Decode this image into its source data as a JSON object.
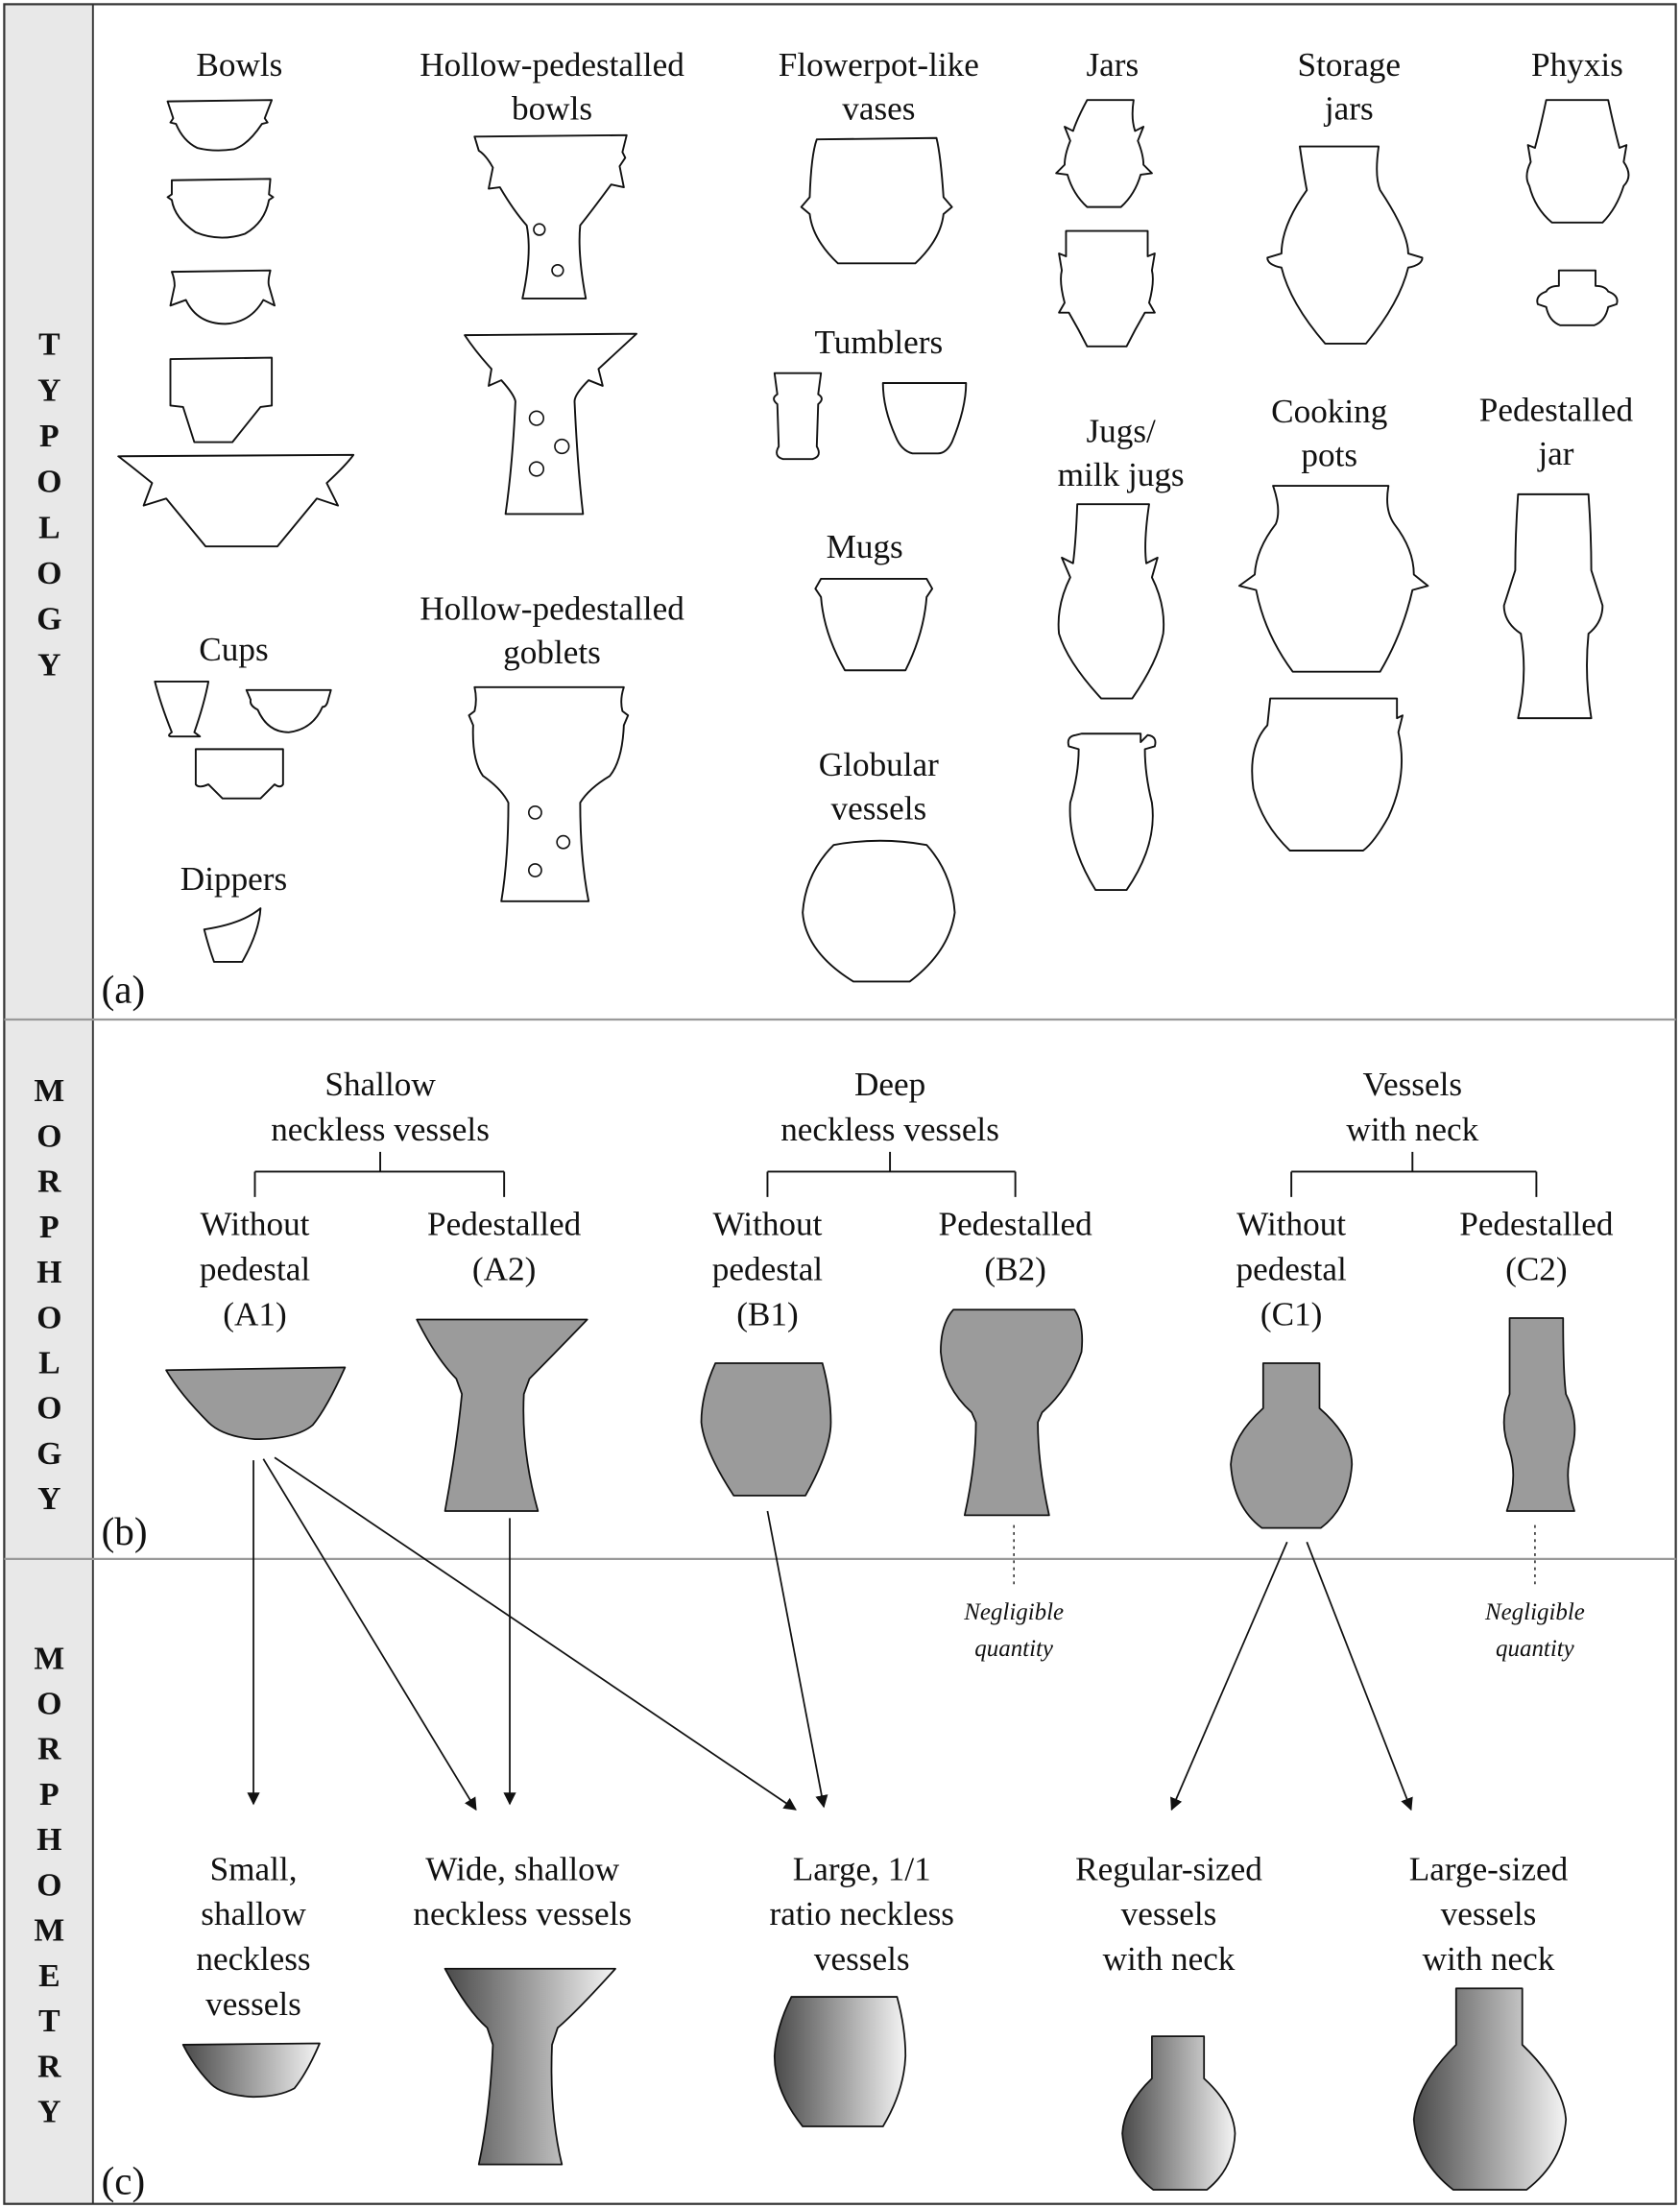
{
  "figure": {
    "colors": {
      "label_band": "#e8e8e8",
      "morphology_fill": "#9b9b9b",
      "gradient_dark": "#4a4a4a",
      "gradient_light": "#f4f4f4",
      "divider": "#9a9a9a"
    },
    "sections": [
      {
        "id": "a",
        "side_label": "TYPOLOGY",
        "panel_label": "(a)"
      },
      {
        "id": "b",
        "side_label": "MORPHOLOGY",
        "panel_label": "(b)"
      },
      {
        "id": "c",
        "side_label": "MORPHOMETRY",
        "panel_label": "(c)"
      }
    ],
    "typology": {
      "bowls": "Bowls",
      "hollow_pedestalled_bowls": [
        "Hollow-pedestalled",
        "bowls"
      ],
      "cups": "Cups",
      "dippers": "Dippers",
      "hollow_pedestalled_goblets": [
        "Hollow-pedestalled",
        "goblets"
      ],
      "flowerpot_vases": [
        "Flowerpot-like",
        "vases"
      ],
      "tumblers": "Tumblers",
      "mugs": "Mugs",
      "globular_vessels": [
        "Globular",
        "vessels"
      ],
      "jars": "Jars",
      "jugs": [
        "Jugs/",
        "milk jugs"
      ],
      "storage_jars": [
        "Storage",
        "jars"
      ],
      "cooking_pots": [
        "Cooking",
        "pots"
      ],
      "phyxis": "Phyxis",
      "pedestalled_jar": [
        "Pedestalled",
        "jar"
      ]
    },
    "morphology": {
      "groups": [
        {
          "title": [
            "Shallow",
            "neckless vessels"
          ],
          "children": [
            {
              "label": [
                "Without",
                "pedestal",
                "(A1)"
              ]
            },
            {
              "label": [
                "Pedestalled",
                "(A2)"
              ]
            }
          ]
        },
        {
          "title": [
            "Deep",
            "neckless vessels"
          ],
          "children": [
            {
              "label": [
                "Without",
                "pedestal",
                "(B1)"
              ]
            },
            {
              "label": [
                "Pedestalled",
                "(B2)"
              ],
              "note": [
                "Negligible",
                "quantity"
              ]
            }
          ]
        },
        {
          "title": [
            "Vessels",
            "with neck"
          ],
          "children": [
            {
              "label": [
                "Without",
                "pedestal",
                "(C1)"
              ]
            },
            {
              "label": [
                "Pedestalled",
                "(C2)"
              ],
              "note": [
                "Negligible",
                "quantity"
              ]
            }
          ]
        }
      ]
    },
    "morphometry": {
      "classes": [
        {
          "label": [
            "Small,",
            "shallow",
            "neckless",
            "vessels"
          ],
          "from": [
            "A1"
          ]
        },
        {
          "label": [
            "Wide, shallow",
            "neckless vessels"
          ],
          "from": [
            "A1",
            "A2"
          ]
        },
        {
          "label": [
            "Large, 1/1",
            "ratio neckless",
            "vessels"
          ],
          "from": [
            "A1",
            "B1"
          ]
        },
        {
          "label": [
            "Regular-sized",
            "vessels",
            "with neck"
          ],
          "from": [
            "C1"
          ]
        },
        {
          "label": [
            "Large-sized",
            "vessels",
            "with neck"
          ],
          "from": [
            "C1"
          ]
        }
      ]
    }
  }
}
